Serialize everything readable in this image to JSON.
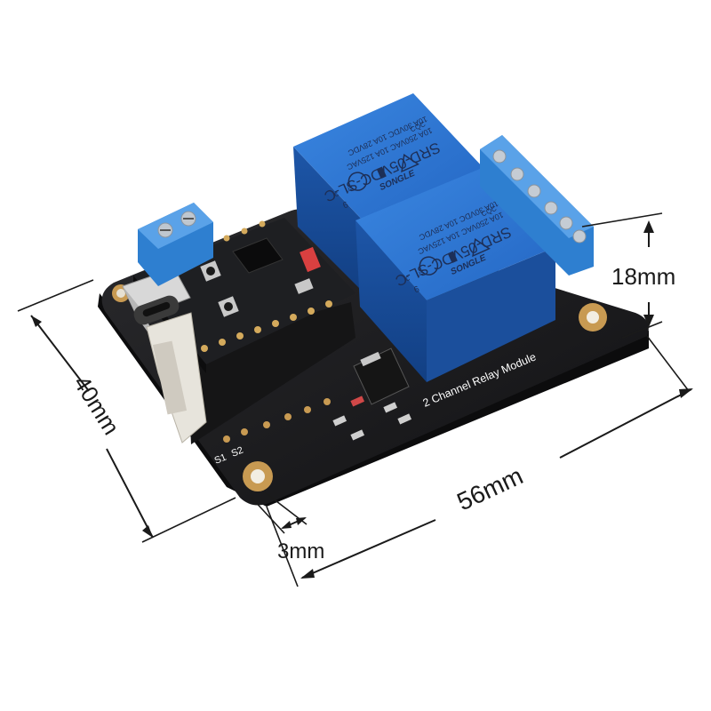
{
  "photo": {
    "dimensions": {
      "height": "18mm",
      "depth": "40mm",
      "length": "56mm",
      "hole_offset": "3mm"
    },
    "board": {
      "label": "2 Channel Relay Module",
      "pins": [
        "S1",
        "S2"
      ]
    },
    "relay_1": {
      "model": "SRD-05VDC-SL-C",
      "line1": "10A 250VAC 10A 125VAC",
      "line2": "10A 30VDC 10A 28VDC",
      "brand": "SONGLE",
      "pin_mark": "6",
      "c_mark": "c",
      "us_mark": "us",
      "cqc": "CQC"
    },
    "relay_2": {
      "model": "SRD-05VDC-SL-C",
      "line1": "10A 250VAC 10A 125VAC",
      "line2": "10A 30VDC 10A 28VDC",
      "brand": "SONGLE",
      "pin_mark": "6",
      "c_mark": "c",
      "us_mark": "us",
      "cqc": "CQC"
    },
    "colors": {
      "pcb": "#1b1b1d",
      "relay": "#1f63c2",
      "terminal": "#2e7fd0",
      "copper": "#c89a52",
      "silkscreen": "#ffffff"
    }
  }
}
